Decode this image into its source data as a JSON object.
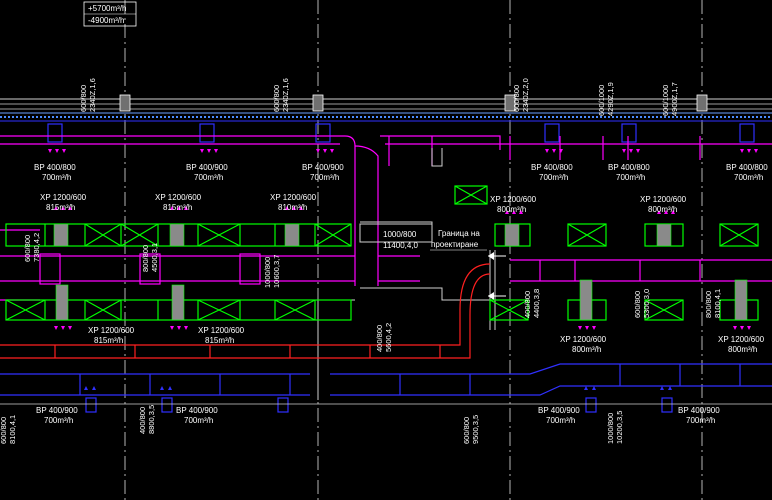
{
  "header": {
    "flow_in": "+5700m³/h",
    "flow_out": "-4900m³/h"
  },
  "colors": {
    "background": "#000000",
    "supply_duct": "#ff00ff",
    "exhaust_duct": "#3030ff",
    "grille": "#00ff00",
    "grille_hatch": "#9a9a9a",
    "fire_duct": "#ff2020",
    "wall": "#d0d0d0",
    "label": "#ffffff",
    "ceiling_band": "#4a8cff"
  },
  "icons": {
    "flow_arrow": "arrow-icon",
    "hanger": "hanger-icon"
  },
  "top_duct_sizes": [
    {
      "size": "600/800",
      "data": "2340Z,1,6"
    },
    {
      "size": "600/800",
      "data": "2340Z,1,6"
    },
    {
      "size": "600/800",
      "data": "2340Z,2,0"
    },
    {
      "size": "600/1000",
      "data": "4290Z,1,9"
    },
    {
      "size": "600/1000",
      "data": "4900Z,1,7"
    }
  ],
  "exhaust_top": [
    {
      "type": "BP 400/800",
      "flow": "700m³/h"
    },
    {
      "type": "BP 400/900",
      "flow": "700m³/h"
    },
    {
      "type": "BP 400/900",
      "flow": "700m³/h"
    },
    {
      "type": "BP 400/800",
      "flow": "700m³/h"
    },
    {
      "type": "BP 400/800",
      "flow": "700m³/h"
    },
    {
      "type": "BP 400/800",
      "flow": "700m³/h"
    }
  ],
  "supply_top": [
    {
      "type": "XP 1200/600",
      "flow": "815m³/h"
    },
    {
      "type": "XP 1200/600",
      "flow": "815m³/h"
    },
    {
      "type": "XP 1200/600",
      "flow": "810m³/h"
    },
    {
      "type": "XP 1200/600",
      "flow": "800m³/h"
    },
    {
      "type": "XP 1200/600",
      "flow": "800m³/h"
    }
  ],
  "supply_bottom": [
    {
      "type": "XP 1200/600",
      "flow": "815m³/h"
    },
    {
      "type": "XP 1200/600",
      "flow": "815m³/h"
    },
    {
      "type": "XP 1200/600",
      "flow": "800m³/h"
    },
    {
      "type": "XP 1200/600",
      "flow": "800m³/h"
    }
  ],
  "exhaust_bottom": [
    {
      "type": "BP 400/900",
      "flow": "700m³/h"
    },
    {
      "type": "BP 400/900",
      "flow": "700m³/h"
    },
    {
      "type": "BP 400/900",
      "flow": "700m³/h"
    },
    {
      "type": "BP 400/900",
      "flow": "700m³/h"
    }
  ],
  "main_duct_label": {
    "size": "1000/800",
    "data": "11400,4,0"
  },
  "boundary_label": {
    "line1": "Граница на",
    "line2": "проектиране"
  },
  "vertical_duct_labels": [
    {
      "size": "600/800",
      "data": "7380,4,2"
    },
    {
      "size": "800/800",
      "data": "4500,3,1"
    },
    {
      "size": "1000/800",
      "data": "10600,3,7"
    },
    {
      "size": "400/800",
      "data": "5600,4,2"
    },
    {
      "size": "400/800",
      "data": "4400,3,8"
    },
    {
      "size": "600/800",
      "data": "5300,3,0"
    },
    {
      "size": "800/800",
      "data": "8100,4,1"
    },
    {
      "size": "600/800",
      "data": "8100,4,1"
    },
    {
      "size": "400/800",
      "data": "8800,3,5"
    },
    {
      "size": "600/800",
      "data": "9500,3,5"
    },
    {
      "size": "1000/800",
      "data": "10200,3,5"
    }
  ]
}
